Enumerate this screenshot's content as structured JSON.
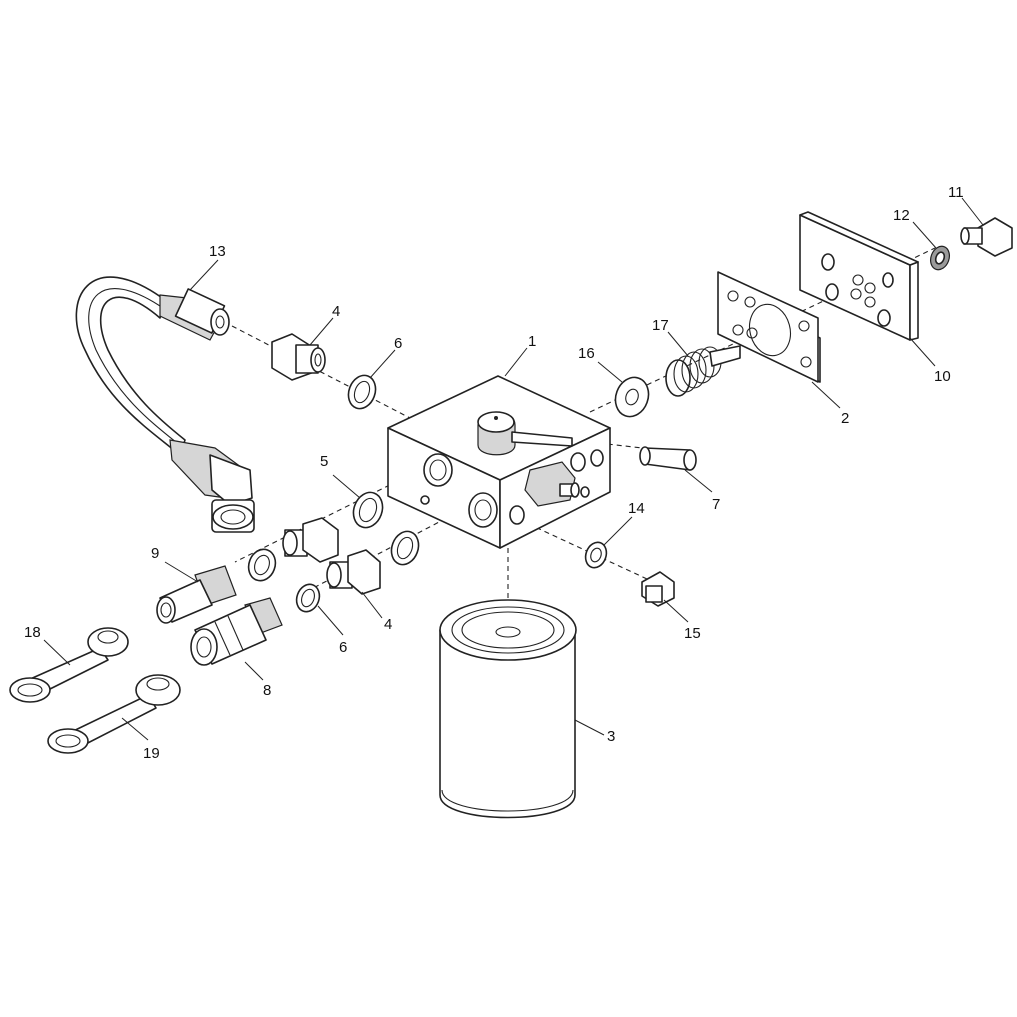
{
  "diagram": {
    "callouts": [
      {
        "id": "c1",
        "text": "1"
      },
      {
        "id": "c2",
        "text": "2"
      },
      {
        "id": "c3",
        "text": "3"
      },
      {
        "id": "c4a",
        "text": "4"
      },
      {
        "id": "c4b",
        "text": "4"
      },
      {
        "id": "c5",
        "text": "5"
      },
      {
        "id": "c6a",
        "text": "6"
      },
      {
        "id": "c6b",
        "text": "6"
      },
      {
        "id": "c7",
        "text": "7"
      },
      {
        "id": "c8",
        "text": "8"
      },
      {
        "id": "c9",
        "text": "9"
      },
      {
        "id": "c10",
        "text": "10"
      },
      {
        "id": "c11",
        "text": "11"
      },
      {
        "id": "c12",
        "text": "12"
      },
      {
        "id": "c13",
        "text": "13"
      },
      {
        "id": "c14",
        "text": "14"
      },
      {
        "id": "c15",
        "text": "15"
      },
      {
        "id": "c16",
        "text": "16"
      },
      {
        "id": "c17",
        "text": "17"
      },
      {
        "id": "c18",
        "text": "18"
      },
      {
        "id": "c19",
        "text": "19"
      }
    ]
  }
}
